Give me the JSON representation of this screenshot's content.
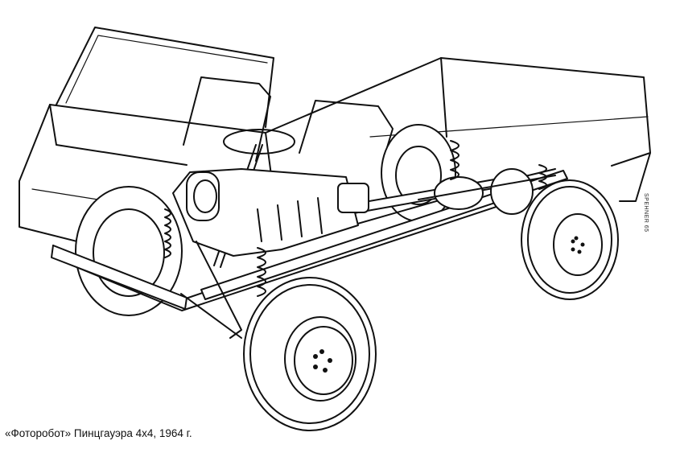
{
  "caption": "«Фоторобот» Пинцгауэра 4х4, 1964 г.",
  "signature": "SPEHNER 65",
  "illustration": {
    "subject": "cutaway line drawing of an open-body 4x4 vehicle chassis",
    "style": "black ink line art on white",
    "colors": {
      "ink": "#111111",
      "paper": "#ffffff"
    }
  }
}
